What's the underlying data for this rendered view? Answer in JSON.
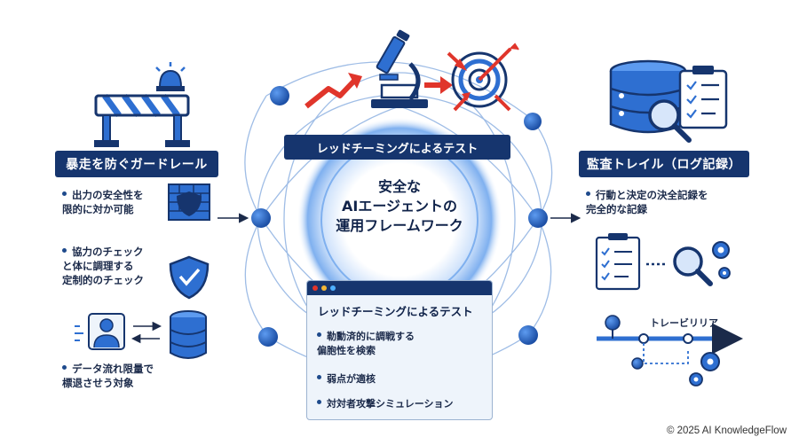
{
  "center": {
    "line1": "安全な",
    "line2": "AIエージェントの",
    "line3": "運用フレームワーク"
  },
  "left_panel": {
    "title": "暴走を防ぐガードレール",
    "items": [
      {
        "text": "出力の安全性を\n限的に対か可能"
      },
      {
        "text": "協力のチェック\nと体に調理する\n定制的のチェック"
      },
      {
        "text": "データ流れ限量で\n標退させう対象"
      }
    ]
  },
  "top_banner": {
    "title": "レッドチーミングによるテスト"
  },
  "bottom_window": {
    "title": "レッドチーミングによるテスト",
    "items": [
      {
        "text": "勒勳済的に調戦する\n偏胞性を検索"
      },
      {
        "text": "弱点が適核"
      },
      {
        "text": "対対者攻撃シミュレーション"
      }
    ]
  },
  "right_panel": {
    "title": "監査トレイル（ログ記録）",
    "items": [
      {
        "text": "行動と決定の決全記録を\n完全的な記録"
      }
    ],
    "timeline_label": "トレービリリア"
  },
  "footer": {
    "copyright": "© 2025 AI KnowledgeFlow"
  },
  "colors": {
    "navy": "#16356e",
    "accent_blue": "#2e6fd1",
    "light_bg": "#eef4fb",
    "red": "#e0352b"
  },
  "icons": [
    "barricade-icon",
    "siren-icon",
    "firewall-shield-icon",
    "check-shield-icon",
    "user-icon",
    "database-icon",
    "microscope-icon",
    "target-icon",
    "clipboard-icon",
    "magnifier-icon",
    "gear-icon",
    "server-stack-icon"
  ]
}
